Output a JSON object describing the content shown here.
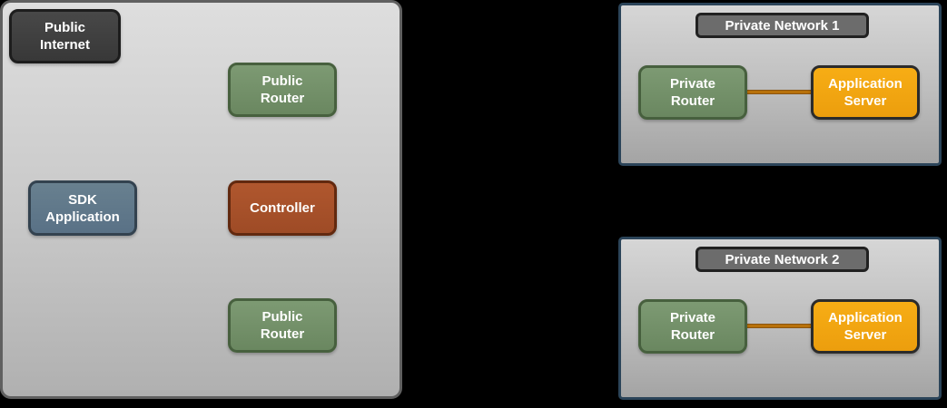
{
  "colors": {
    "page_background": "#000000",
    "public_zone_fill_top": "#dedede",
    "public_zone_fill_bottom": "#b0b0b0",
    "public_zone_border": "#606060",
    "private_zone_border": "#2b4459",
    "dark_node_fill": "#3f3f3f",
    "green_node_fill": "#74916a",
    "green_node_border": "#47603e",
    "slate_node_fill": "#61788b",
    "slate_node_border": "#33424f",
    "rust_node_fill": "#a8512b",
    "rust_node_border": "#62290f",
    "orange_node_fill": "#f2a612",
    "orange_node_border": "#2b2b2b",
    "network_title_fill": "#6c6c6c",
    "connector_line": "#b8710a",
    "node_text": "#ffffff"
  },
  "public_zone": {
    "public_internet": "Public\nInternet",
    "public_router_top": "Public\nRouter",
    "sdk_application": "SDK\nApplication",
    "controller": "Controller",
    "public_router_bottom": "Public\nRouter"
  },
  "private_networks": [
    {
      "title": "Private Network 1",
      "private_router": "Private\nRouter",
      "application_server": "Application\nServer"
    },
    {
      "title": "Private Network 2",
      "private_router": "Private\nRouter",
      "application_server": "Application\nServer"
    }
  ]
}
